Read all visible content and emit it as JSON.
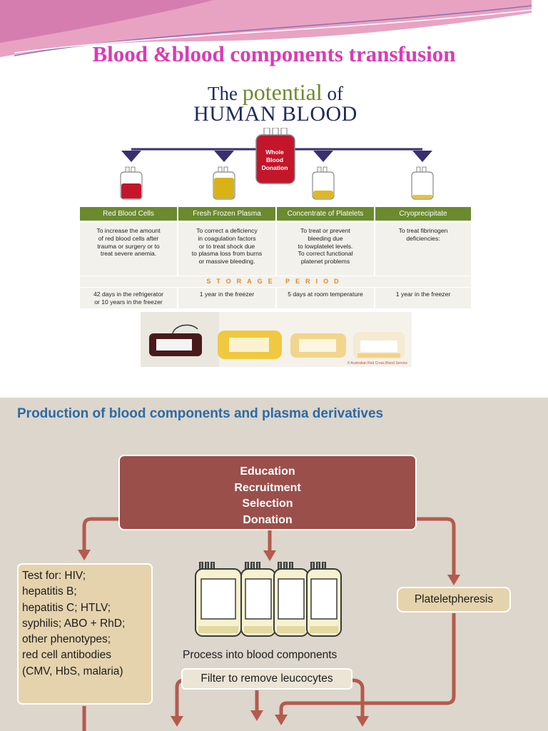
{
  "top_slide": {
    "title": "Blood &blood components transfusion",
    "infographic": {
      "title_part1": "The ",
      "title_highlight": "potential",
      "title_part2": " of",
      "title_line2": "HUMAN BLOOD",
      "whole_blood_label": [
        "Whole",
        "Blood",
        "Donation"
      ],
      "columns": [
        {
          "header": "Red Blood Cells",
          "description": [
            "To increase the amount",
            "of red blood cells after",
            "trauma or surgery or to",
            "treat severe anemia."
          ],
          "storage": [
            "42 days in the refrigerator",
            "or 10 years in the freezer"
          ],
          "bag_color": "#c4162a"
        },
        {
          "header": "Fresh Frozen Plasma",
          "description": [
            "To correct a deficiency",
            "in coagulation factors",
            "or to treat shock due",
            "to plasma loss from burns",
            "or massive bleeding."
          ],
          "storage": [
            "1 year in the freezer"
          ],
          "bag_color": "#d9b216"
        },
        {
          "header": "Concentrate of Platelets",
          "description": [
            "To treat or prevent",
            "bleeding due",
            "to lowplatelet levels.",
            "To correct functional",
            "platenet problems"
          ],
          "storage": [
            "5 days at room temperature"
          ],
          "bag_color": "#e0b720"
        },
        {
          "header": "Cryoprecipitate",
          "description": [
            "To treat fibrinogen",
            "deficiencies:"
          ],
          "storage": [
            "1 year in the freezer"
          ],
          "bag_color": "#e8c52a"
        }
      ],
      "storage_label": "STORAGE PERIOD",
      "photo_credit": "© Australian Red Cross Blood Service"
    }
  },
  "bottom_slide": {
    "title": "Production of blood components and plasma derivatives",
    "education_box": [
      "Education",
      "Recruitment",
      "Selection",
      "Donation"
    ],
    "test_box": [
      "Test for: HIV;",
      "hepatitis B;",
      "hepatitis C; HTLV;",
      "syphilis; ABO + RhD;",
      "other phenotypes;",
      "red cell antibodies",
      "(CMV, HbS, malaria)"
    ],
    "plateletpheresis": "Plateletpheresis",
    "process_label": "Process into blood components",
    "filter_label": "Filter to remove leucocytes"
  },
  "colors": {
    "title_pink": "#d93bb7",
    "column_green": "#6b8a2e",
    "arrow_navy": "#3a2f6e",
    "box_maroon": "#9a4f4b",
    "arrow_red": "#b55a4e",
    "box_tan": "#e5d3ad",
    "heading_blue": "#2c6aa6"
  }
}
